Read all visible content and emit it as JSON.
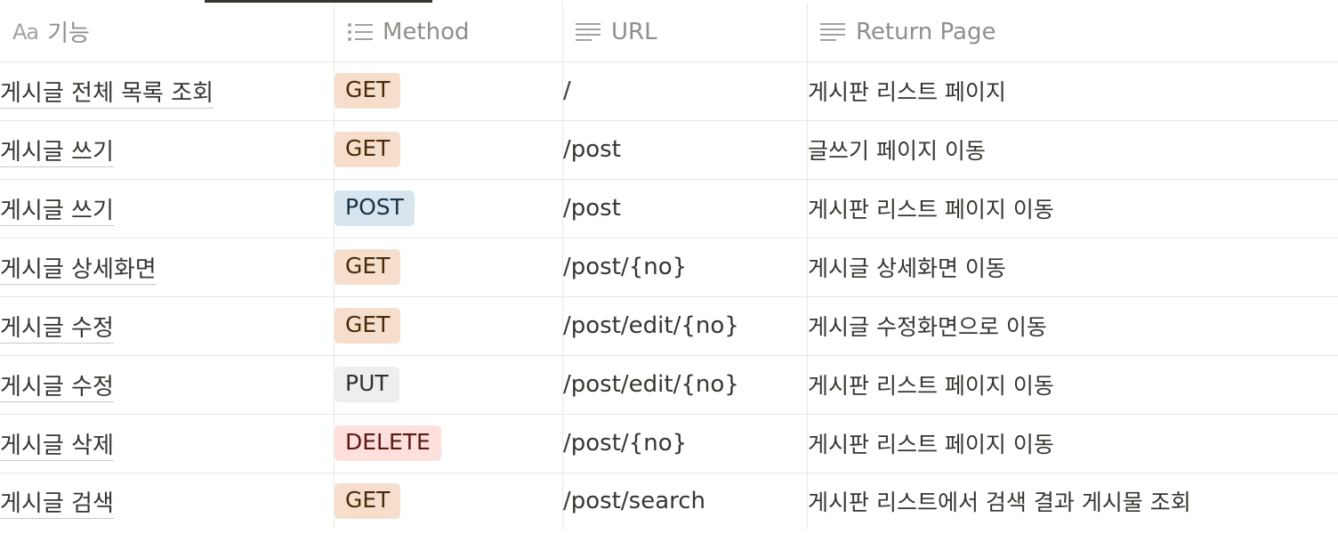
{
  "header": {
    "feature": {
      "icon": "text-property-icon",
      "icon_text": "Aa",
      "label": "기능"
    },
    "method": {
      "icon": "list-property-icon",
      "label": "Method"
    },
    "url": {
      "icon": "lines-property-icon",
      "label": "URL"
    },
    "return_page": {
      "icon": "lines-property-icon",
      "label": "Return Page"
    }
  },
  "colors": {
    "GET": "#f5dfcc",
    "POST": "#d8e5ee",
    "PUT": "#eeeeed",
    "DELETE": "#fde0dc"
  },
  "rows": [
    {
      "feature": "게시글 전체 목록 조회",
      "method": "GET",
      "url": "/",
      "return_page": "게시판 리스트 페이지"
    },
    {
      "feature": "게시글 쓰기",
      "method": "GET",
      "url": "/post",
      "return_page": "글쓰기 페이지 이동"
    },
    {
      "feature": "게시글 쓰기",
      "method": "POST",
      "url": "/post",
      "return_page": "게시판 리스트 페이지 이동"
    },
    {
      "feature": "게시글 상세화면",
      "method": "GET",
      "url": "/post/{no}",
      "return_page": "게시글 상세화면 이동"
    },
    {
      "feature": "게시글 수정",
      "method": "GET",
      "url": "/post/edit/{no}",
      "return_page": "게시글 수정화면으로 이동"
    },
    {
      "feature": "게시글 수정",
      "method": "PUT",
      "url": "/post/edit/{no}",
      "return_page": "게시판 리스트 페이지 이동"
    },
    {
      "feature": "게시글 삭제",
      "method": "DELETE",
      "url": "/post/{no}",
      "return_page": "게시판 리스트 페이지 이동"
    },
    {
      "feature": "게시글 검색",
      "method": "GET",
      "url": "/post/search",
      "return_page": "게시판 리스트에서 검색 결과 게시물 조회"
    }
  ]
}
